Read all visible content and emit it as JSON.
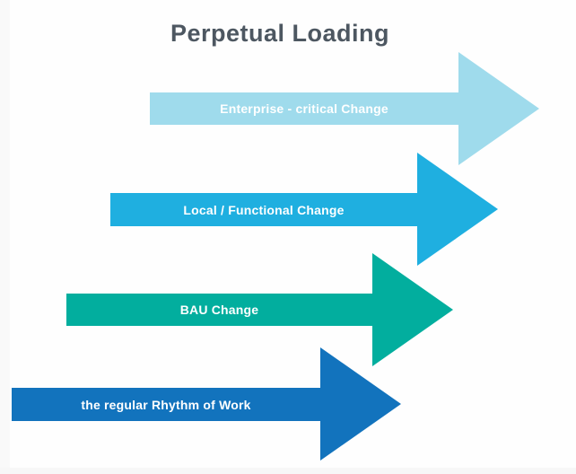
{
  "title": "Perpetual Loading",
  "title_color": "#4d5761",
  "label_text_color": "#ffffff",
  "arrows": [
    {
      "label": "Enterprise - critical Change",
      "color": "#9fdbec"
    },
    {
      "label": "Local / Functional Change",
      "color": "#1fafe0"
    },
    {
      "label": "BAU Change",
      "color": "#02ae9e"
    },
    {
      "label": "the regular Rhythm of Work",
      "color": "#1273bd"
    }
  ]
}
